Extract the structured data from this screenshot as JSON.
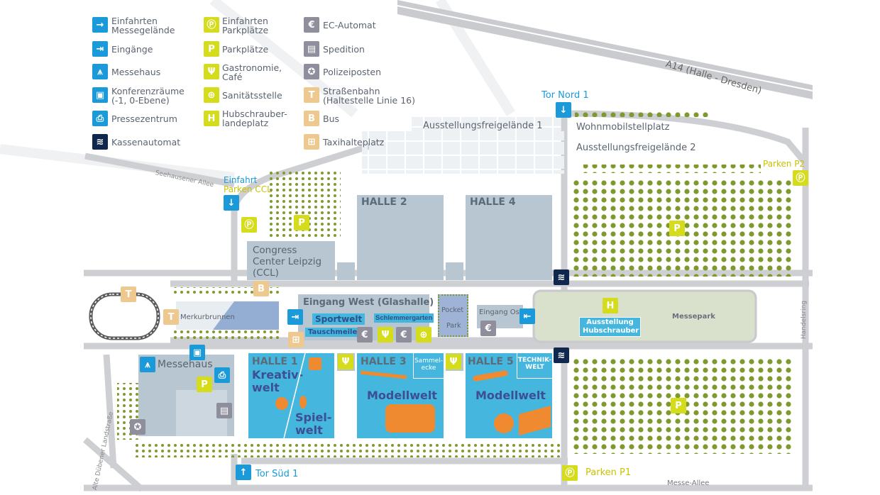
{
  "legend": [
    {
      "icon": "arrow-right-icon",
      "label": "Einfahrten\nMessegelände"
    },
    {
      "icon": "entrance-icon",
      "label": "Eingänge"
    },
    {
      "icon": "messehaus-icon",
      "label": "Messehaus"
    },
    {
      "icon": "conference-icon",
      "label": "Konferenzräume\n(-1, 0-Ebene)"
    },
    {
      "icon": "press-icon",
      "label": "Pressezentrum"
    },
    {
      "icon": "ticket-machine-icon",
      "label": "Kassenautomat"
    },
    {
      "icon": "parking-entrance-icon",
      "label": "Einfahrten\nParkplätze"
    },
    {
      "icon": "parking-icon",
      "label": "Parkplätze"
    },
    {
      "icon": "food-icon",
      "label": "Gastronomie,\nCafé"
    },
    {
      "icon": "first-aid-icon",
      "label": "Sanitätsstelle"
    },
    {
      "icon": "helicopter-icon",
      "label": "Hubschrauber-\nlandeplatz"
    },
    {
      "icon": "atm-icon",
      "label": "EC-Automat"
    },
    {
      "icon": "forwarding-icon",
      "label": "Spedition"
    },
    {
      "icon": "police-icon",
      "label": "Polizeiposten"
    },
    {
      "icon": "tram-icon",
      "label": "Straßenbahn\n(Haltestelle Linie 16)"
    },
    {
      "icon": "bus-icon",
      "label": "Bus"
    },
    {
      "icon": "taxi-icon",
      "label": "Taxihalteplatz"
    }
  ],
  "colors": {
    "blue": "#1a9ad8",
    "yellow": "#d4dc1c",
    "gray": "#8e8e9c",
    "beige": "#edc98f",
    "navy": "#10284e",
    "hall": "#45b6de",
    "building": "#b7c6d1",
    "park": "#d9e0cc"
  },
  "roads": {
    "a14": "A14 (Halle - Dresden)",
    "seehausener": "Seehausener Allee",
    "duebener": "Alte Dübener Landstraße",
    "handelsring": "Handelsring",
    "messeallee": "Messe-Allee"
  },
  "places": {
    "tor_nord": "Tor Nord 1",
    "tor_sued": "Tor Süd 1",
    "freigelaende1": "Ausstellungsfreigelände 1",
    "wohnmobil": "Wohnmobilstellplatz",
    "freigelaende2": "Ausstellungsfreigelände 2",
    "parken_p2": "Parken P2",
    "parken_p1": "Parken P1",
    "einfahrt": "Einfahrt",
    "parken_ccl": "Parken CCL",
    "halle2": "HALLE 2",
    "halle4": "HALLE 4",
    "ccl": "Congress\nCenter Leipzig\n(CCL)",
    "merkurbrunnen": "Merkurbrunnen",
    "messehaus": "Messehaus",
    "glashalle": "Eingang West (Glashalle)",
    "sportwelt": "Sportwelt",
    "tauschmeile": "Tauschmeile",
    "schlemmergarten": "Schlemmergarten",
    "pocket": "Pocket",
    "park": "Park",
    "eingang_ost": "Eingang Ost",
    "messepark": "Messepark",
    "heli_ausstellung": "Ausstellung\nHubschrauber",
    "halle1": "HALLE 1",
    "kreativwelt": "Kreativ-\nwelt",
    "spielwelt": "Spiel-\nwelt",
    "halle3": "HALLE 3",
    "sammelecke": "Sammel-\necke",
    "modellwelt3": "Modellwelt",
    "halle5": "HALLE 5",
    "technikwelt": "TECHNIK-\nWELT",
    "modellwelt5": "Modellwelt"
  }
}
